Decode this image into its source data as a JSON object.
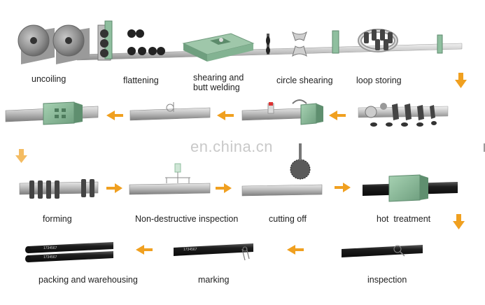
{
  "steps": {
    "uncoiling": "uncoiling",
    "flattening": "flattening",
    "shearing_line1": "shearing and",
    "shearing_line2": "butt welding",
    "circle_shearing": "circle shearing",
    "loop_storing": "loop storing",
    "forming": "forming",
    "ndi": "Non-destructive inspection",
    "cutting_off": "cutting off",
    "hot_treatment": "hot  treatment",
    "packing": "packing and warehousing",
    "marking": "marking",
    "inspection": "inspection"
  },
  "watermark": "en.china.cn",
  "pipe_marks": {
    "marking": "1734567",
    "packing_a": "1734567",
    "packing_b": "1734567"
  },
  "colors": {
    "arrow": "#f0a020",
    "machine_green": "#8fbf9f",
    "steel_light": "#d8d8d8",
    "steel_dark": "#555555",
    "pipe_black": "#1c1c1c"
  }
}
